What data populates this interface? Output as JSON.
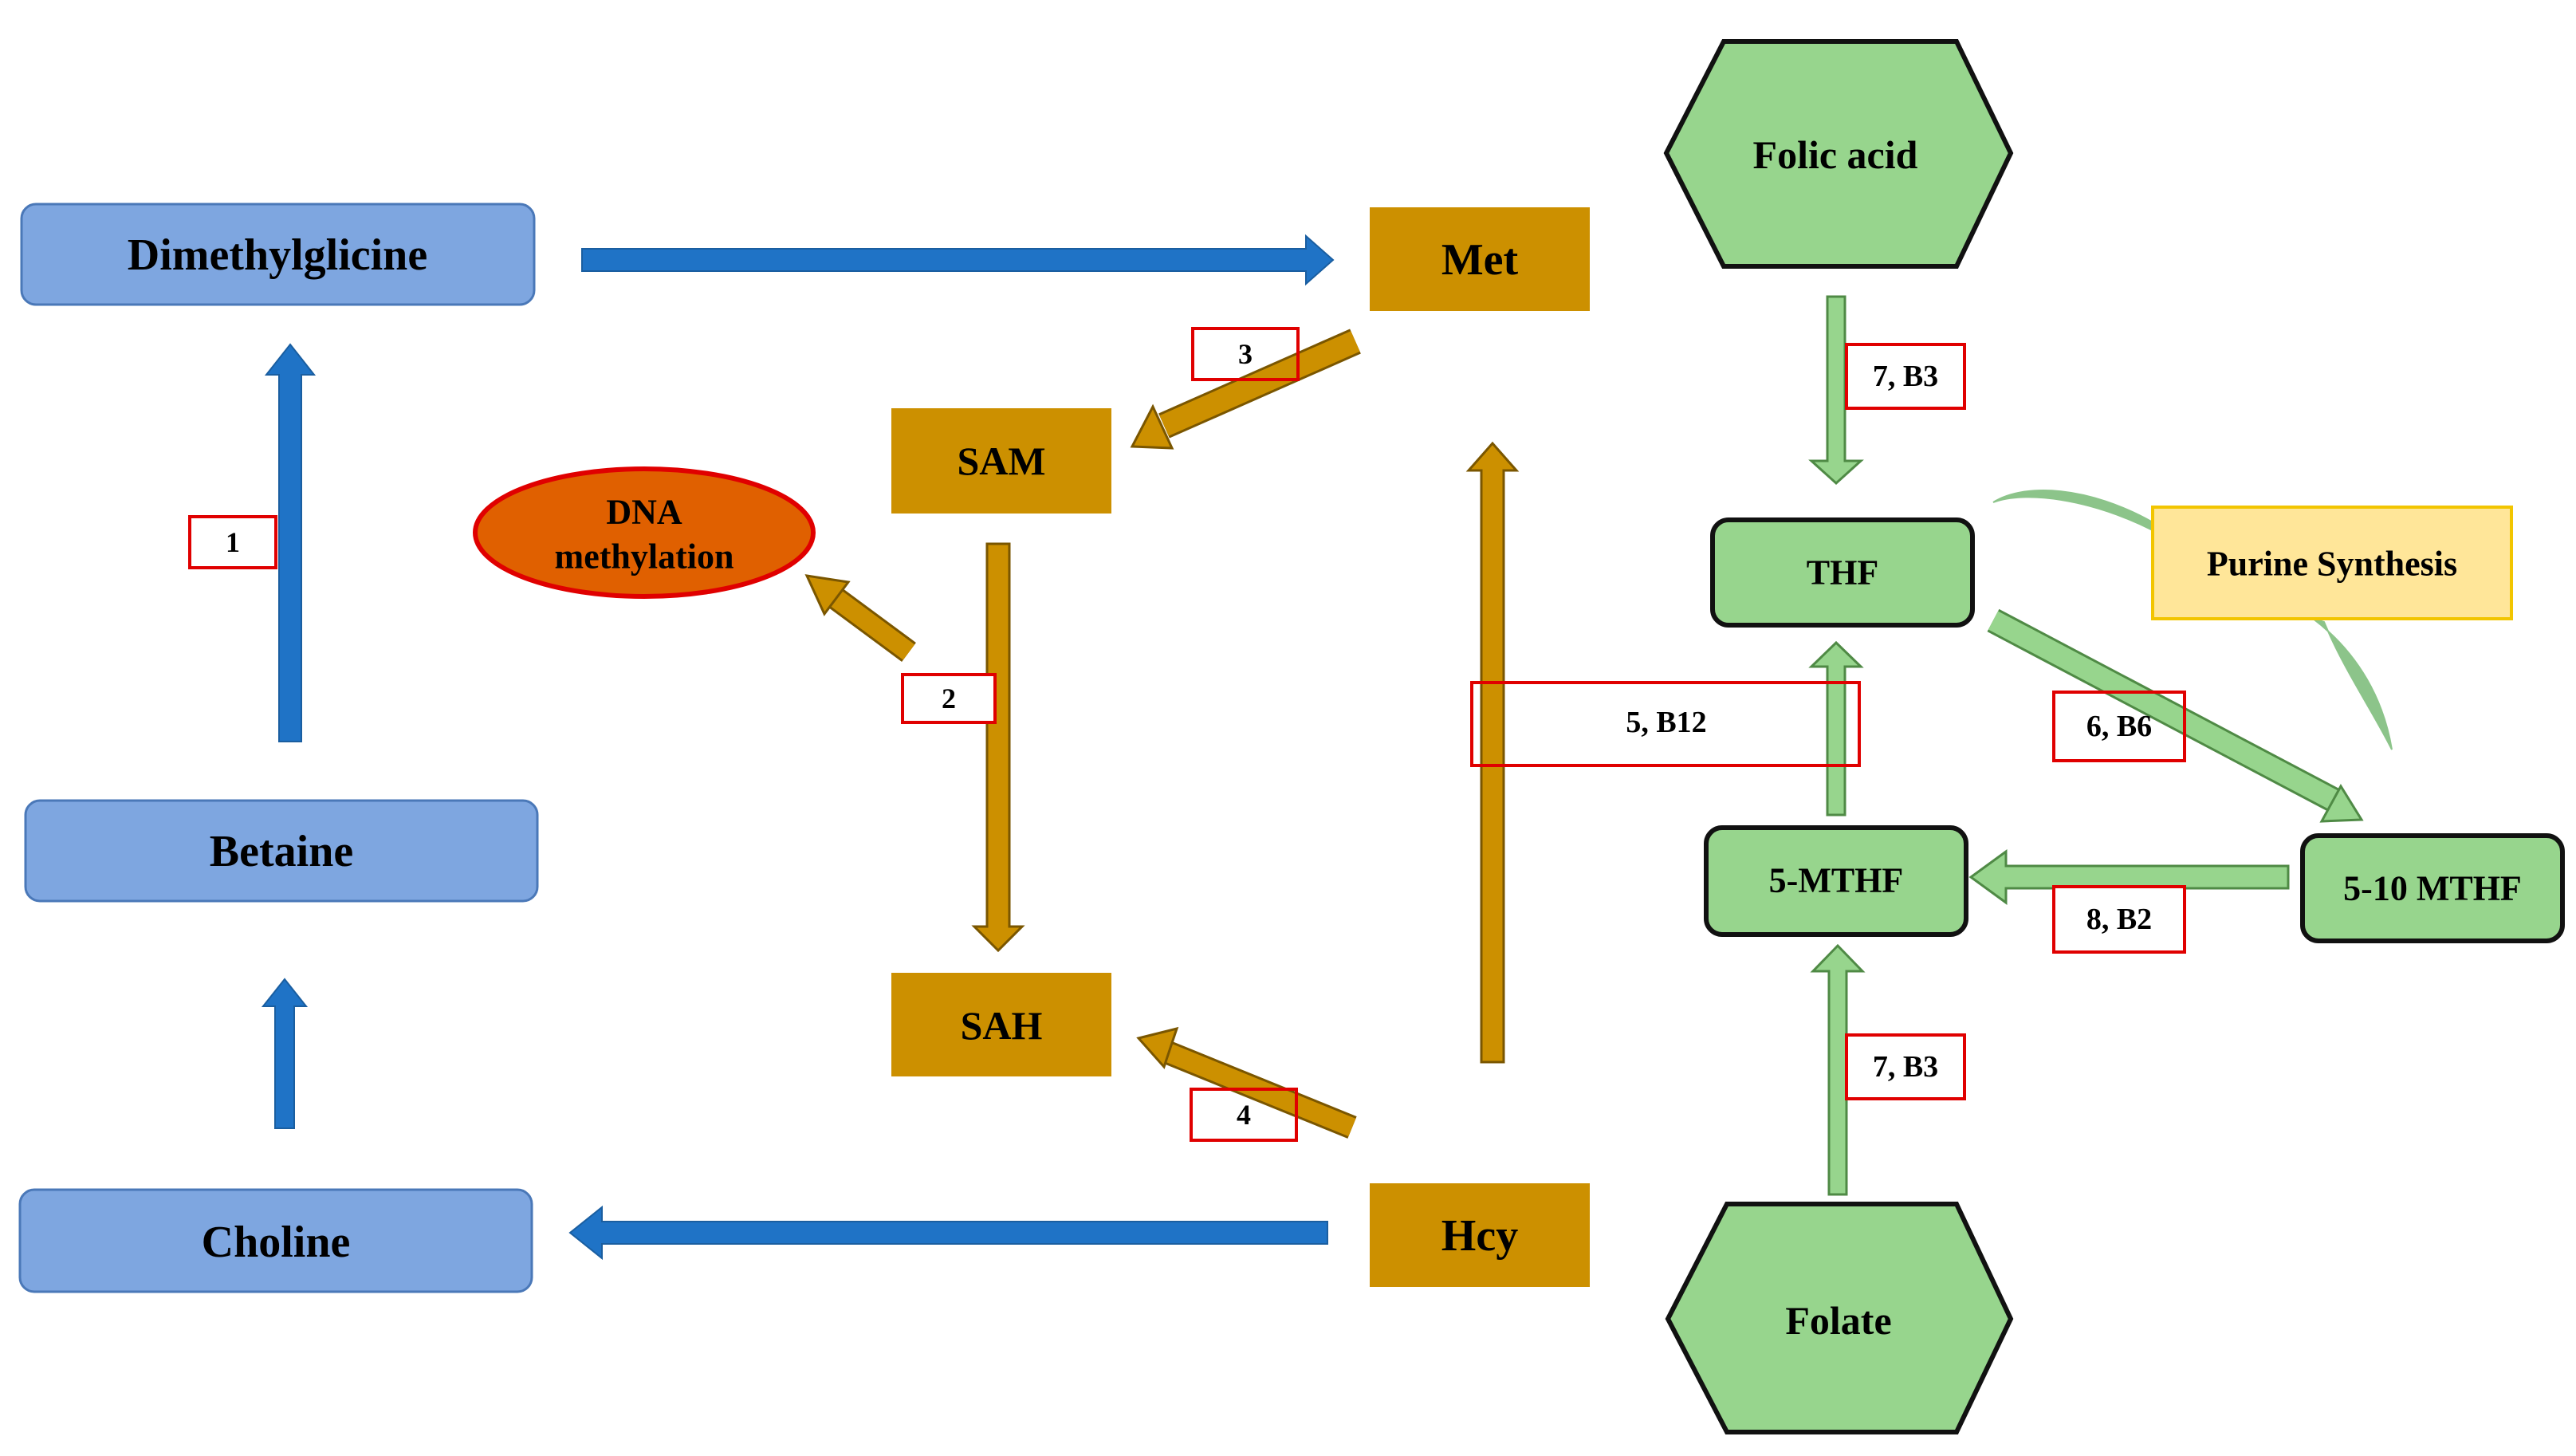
{
  "nodes": {
    "dimethylglicine": "Dimethylglicine",
    "betaine": "Betaine",
    "choline": "Choline",
    "dna_methylation_line1": "DNA",
    "dna_methylation_line2": "methylation",
    "sam": "SAM",
    "sah": "SAH",
    "met": "Met",
    "hcy": "Hcy",
    "folic_acid": "Folic acid",
    "thf": "THF",
    "purine_synthesis": "Purine Synthesis",
    "five_mthf": "5-MTHF",
    "five_ten_mthf": "5-10 MTHF",
    "folate": "Folate"
  },
  "labels": {
    "l1": "1",
    "l2": "2",
    "l3": "3",
    "l4": "4",
    "l5": "5, B12",
    "l6": "6, B6",
    "l7a": "7, B3",
    "l7b": "7, B3",
    "l8": "8, B2"
  },
  "colors": {
    "blue_box": "#7ea6e0",
    "blue_arrow": "#1f73c6",
    "gold": "#cc9000",
    "green": "#97d58d",
    "orange_ellipse": "#e06000",
    "red_label": "#e00000",
    "purine_fill": "#ffe699"
  }
}
